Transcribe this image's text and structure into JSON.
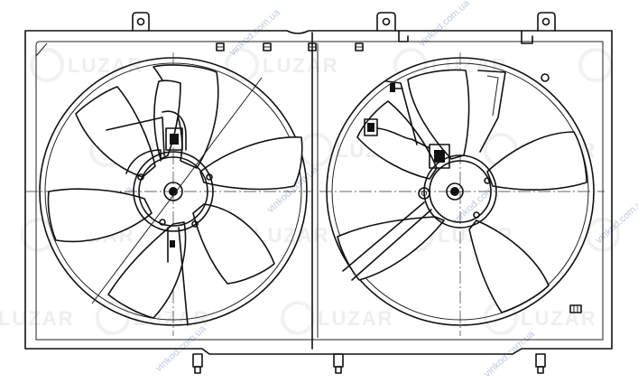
{
  "drawing": {
    "subject": "radiator-twin-fan-assembly",
    "line_color": "#111111",
    "background": "#ffffff"
  },
  "watermark": {
    "brand": "LUZAR",
    "url": "vinkod.com.ua",
    "color": "#9a9a9a",
    "url_color": "#8a9ec4"
  },
  "left_fan": {
    "blades": 7
  },
  "right_fan": {
    "blades": 5
  }
}
